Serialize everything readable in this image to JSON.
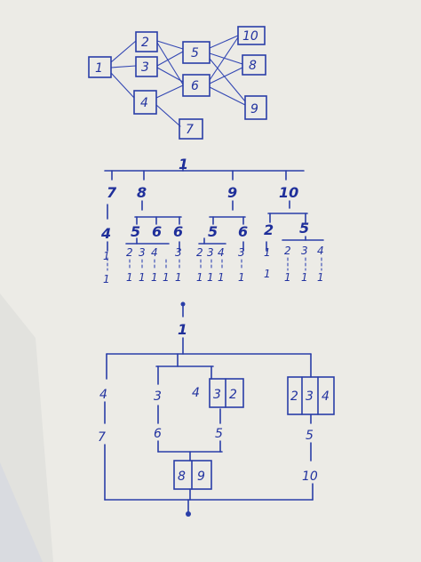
{
  "graph": {
    "nodes": [
      "1",
      "2",
      "3",
      "4",
      "5",
      "6",
      "7",
      "10",
      "8",
      "9"
    ]
  },
  "tree": {
    "root": "1",
    "level1": [
      "7",
      "8",
      "9",
      "10"
    ],
    "level2": [
      "4",
      "5",
      "6",
      "6",
      "5",
      "6",
      "2",
      "5"
    ],
    "level3": [
      "1",
      "2",
      "3",
      "4",
      "3",
      "2",
      "3",
      "4",
      "3",
      "1",
      "2",
      "3",
      "4"
    ],
    "level4": [
      "1",
      "1",
      "1",
      "1",
      "1",
      "1",
      "1",
      "1",
      "1",
      "1",
      "1",
      "1",
      "1",
      "1"
    ]
  },
  "network": {
    "top": "1",
    "left": [
      "4",
      "7"
    ],
    "mid": [
      "3",
      "4",
      "3",
      "2",
      "6",
      "5",
      "8",
      "9"
    ],
    "right": [
      "2",
      "3",
      "4",
      "5",
      "10"
    ]
  }
}
